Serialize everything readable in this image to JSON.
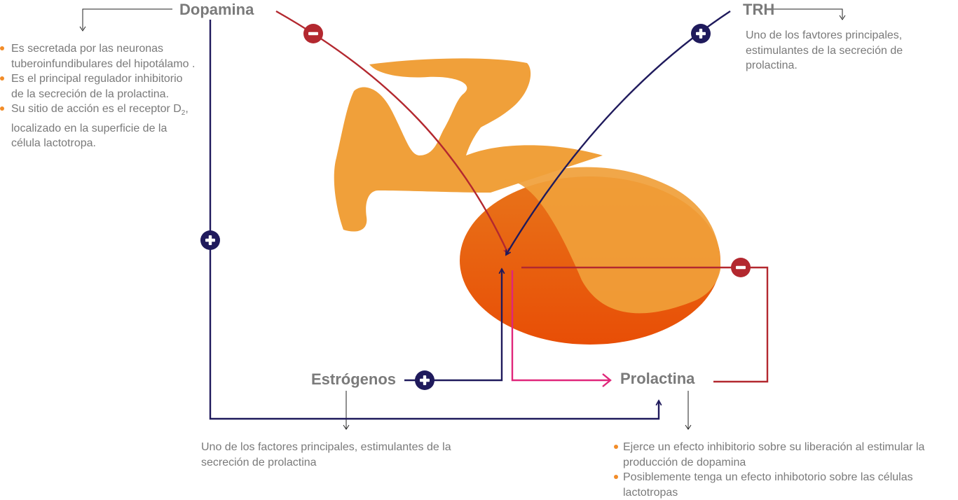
{
  "colors": {
    "navy": "#1f1a5c",
    "red": "#b3282f",
    "magenta": "#e0267a",
    "orange": "#f0a03a",
    "orange_dark": "#e85a0c",
    "bullet": "#f28c28",
    "text": "#7a7a7a"
  },
  "nodes": {
    "dopamina": {
      "label": "Dopamina",
      "notes": [
        "Es secretada por las neuronas tuberoinfundibulares del hipotálamo .",
        "Es el principal regulador inhibitorio de la secreción de la prolactina."
      ],
      "note3_before": "Su sitio de acción es el receptor D",
      "note3_sub": "2",
      "note3_after": ", localizado en la superficie de la célula lactotropa."
    },
    "trh": {
      "label": "TRH",
      "note": "Uno de los favtores principales, estimulantes de la secreción de prolactina."
    },
    "estrogenos": {
      "label": "Estrógenos",
      "note": "Uno de los factores principales, estimulantes de la secreción de prolactina"
    },
    "prolactina": {
      "label": "Prolactina",
      "notes": [
        "Ejerce un efecto inhibitorio sobre su liberación al estimular la producción de dopamina",
        "Posiblemente tenga un efecto inhibotorio sobre las células lactotropas"
      ]
    }
  },
  "icons": {
    "plus": "plus-circle-icon",
    "minus": "minus-circle-icon"
  }
}
